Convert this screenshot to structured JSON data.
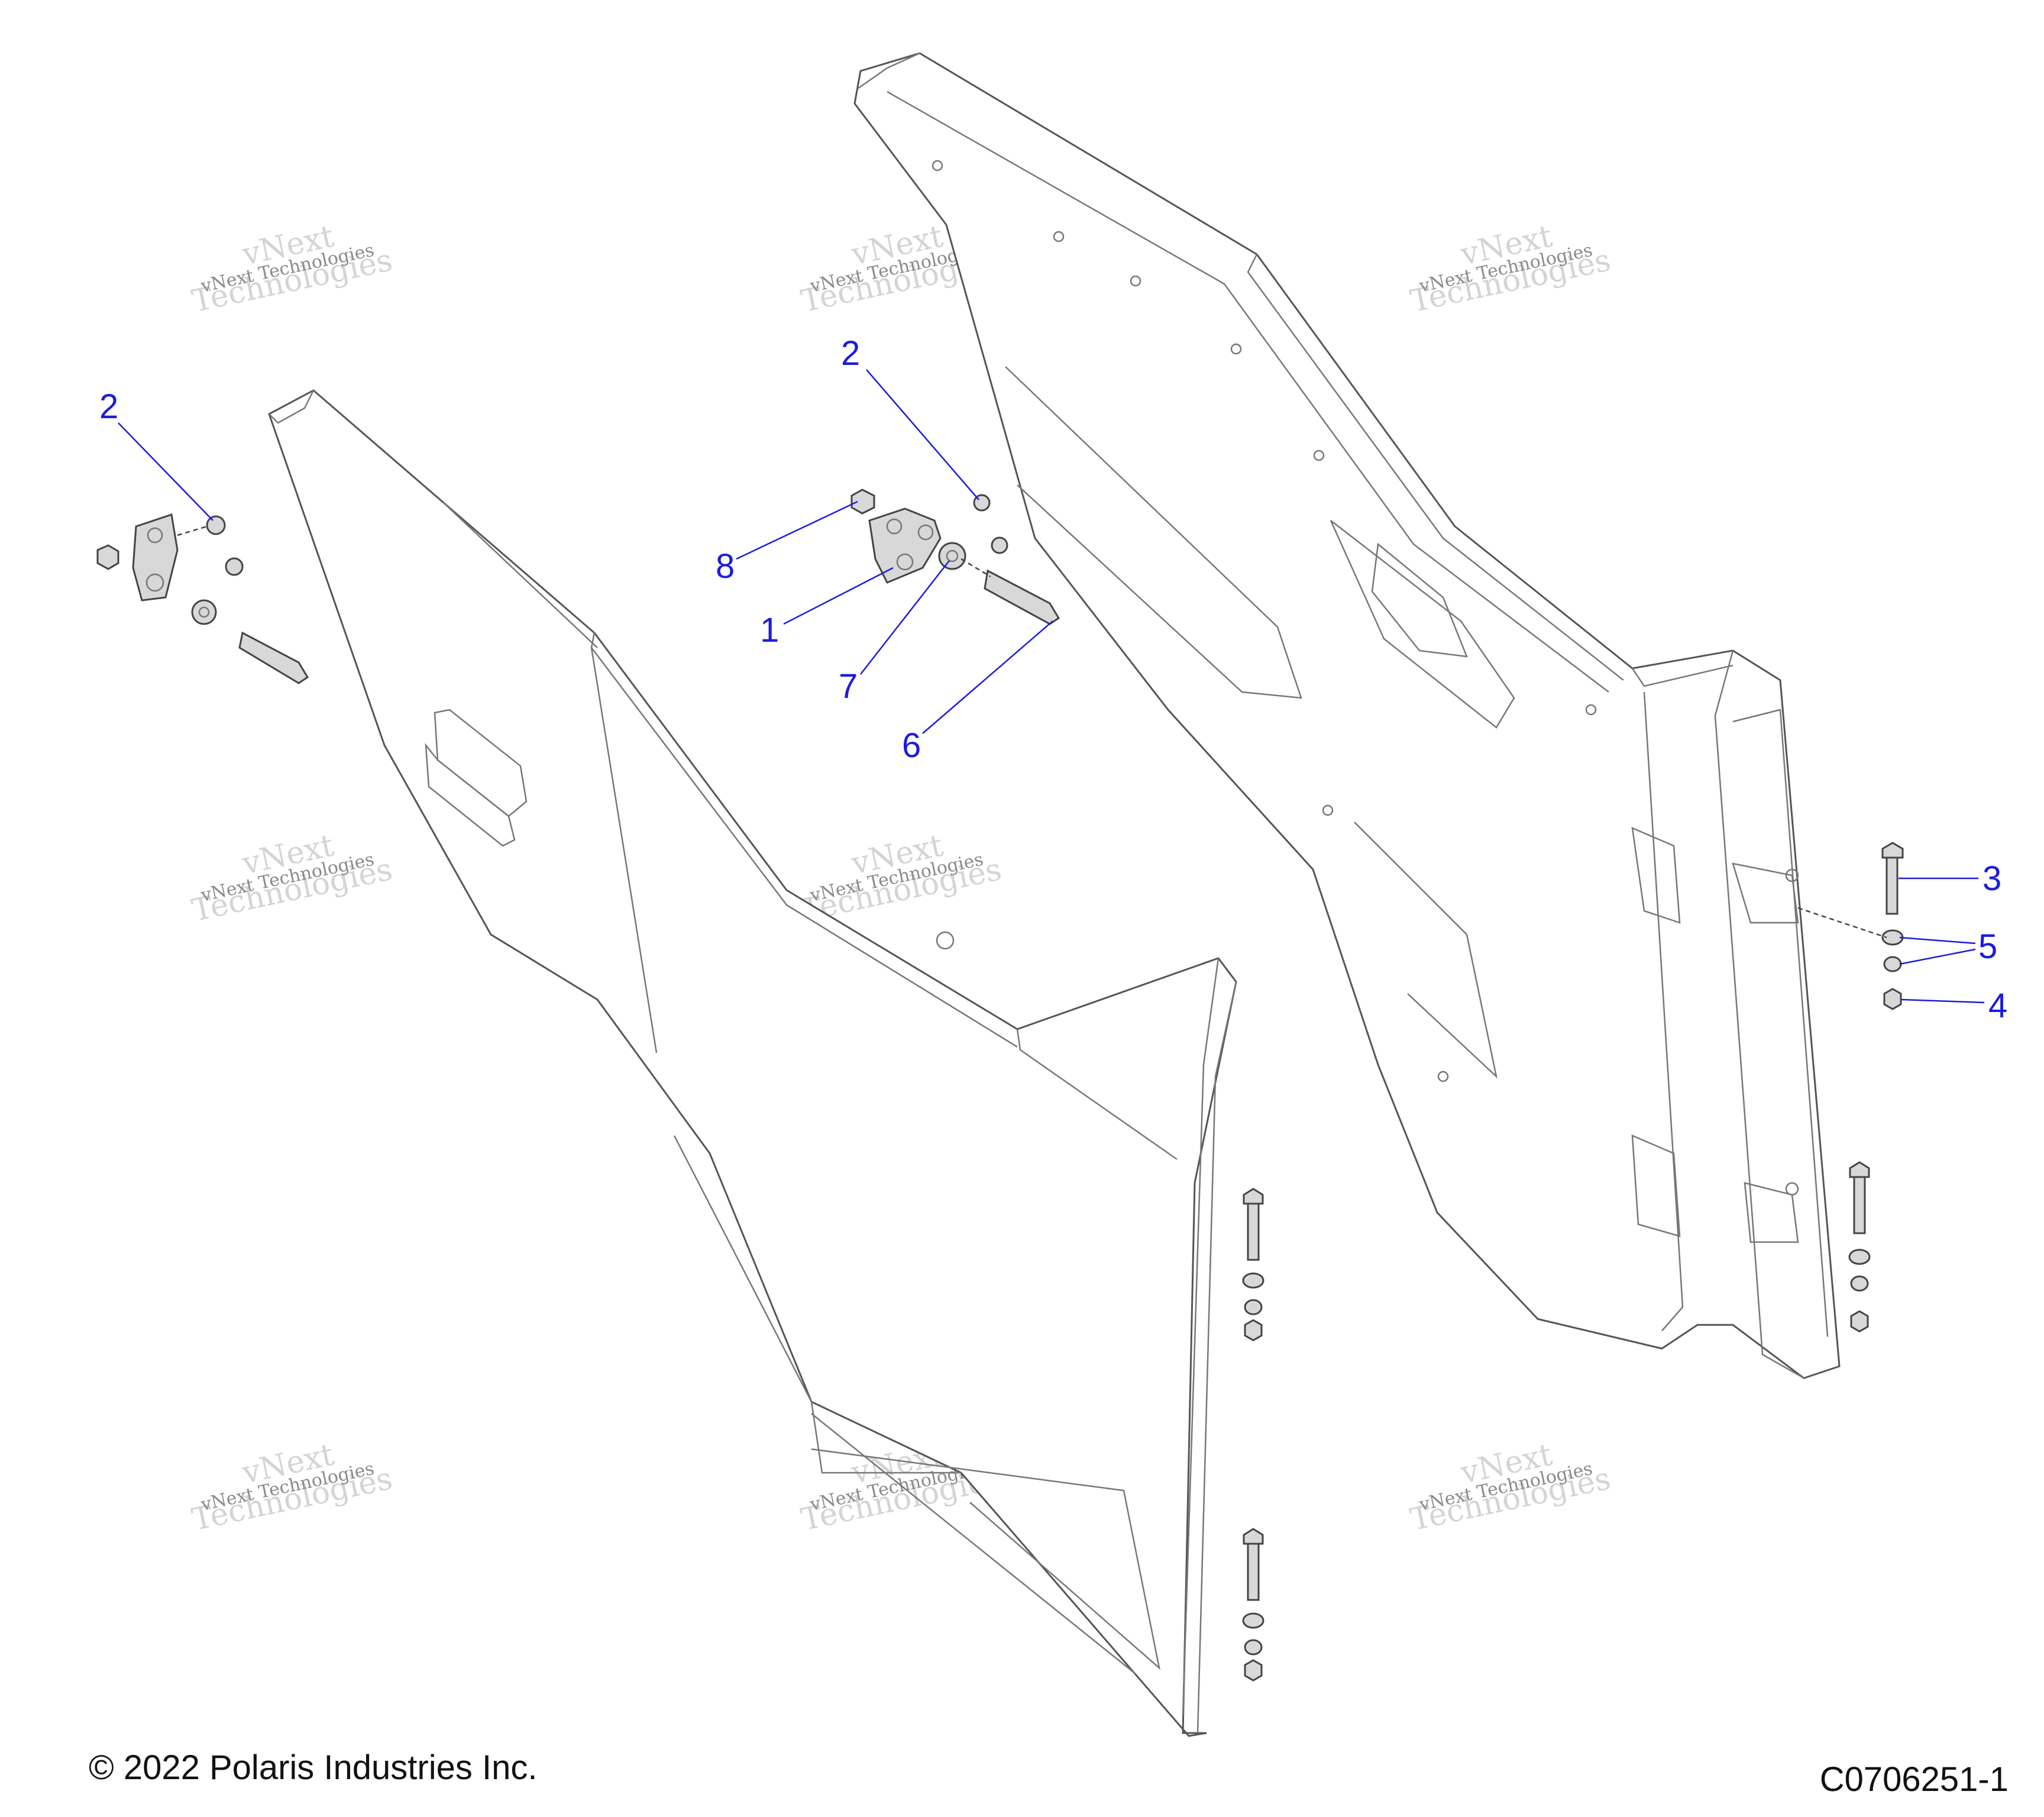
{
  "callouts": [
    {
      "id": "c2a",
      "label": "2"
    },
    {
      "id": "c2b",
      "label": "2"
    },
    {
      "id": "c8",
      "label": "8"
    },
    {
      "id": "c1",
      "label": "1"
    },
    {
      "id": "c7",
      "label": "7"
    },
    {
      "id": "c6",
      "label": "6"
    },
    {
      "id": "c3",
      "label": "3"
    },
    {
      "id": "c5",
      "label": "5"
    },
    {
      "id": "c4",
      "label": "4"
    }
  ],
  "watermark": {
    "line_small": "vNext Technologies",
    "line_big_1": "vNext",
    "line_big_2": "Technologies"
  },
  "footer": {
    "copyright": "© 2022 Polaris Industries Inc.",
    "drawing_id": "C0706251-1"
  }
}
